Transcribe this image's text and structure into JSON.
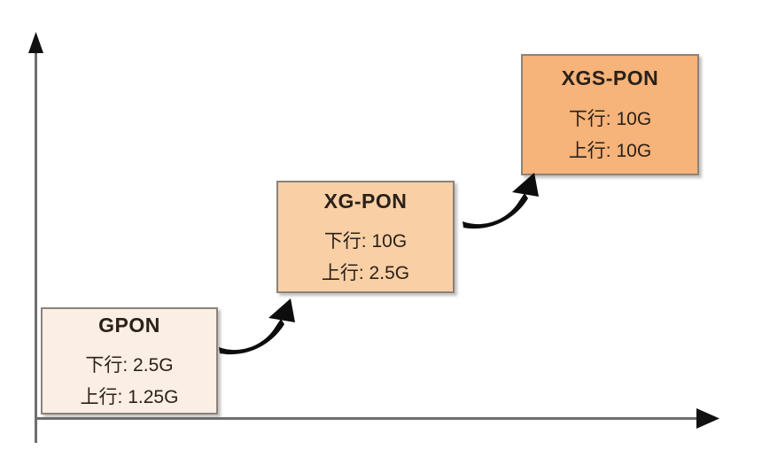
{
  "diagram": {
    "title": "PON technology evolution staircase",
    "background_color": "#ffffff",
    "axis": {
      "color": "#4a4a4a",
      "y_axis_name": "vertical-axis",
      "x_axis_name": "horizontal-axis",
      "arrowhead_color": "#111111"
    },
    "arrow_color": "#0d0d0d",
    "tiers": [
      {
        "id": "gpon",
        "title": "GPON",
        "downstream": "下行: 2.5G",
        "upstream": "上行: 1.25G",
        "fill_color": "#fbeee4",
        "border_color": "#8c8279"
      },
      {
        "id": "xg-pon",
        "title": "XG-PON",
        "downstream": "下行: 10G",
        "upstream": "上行: 2.5G",
        "fill_color": "#f9cfa6",
        "border_color": "#8c8279"
      },
      {
        "id": "xgs-pon",
        "title": "XGS-PON",
        "downstream": "下行: 10G",
        "upstream": "上行: 10G",
        "fill_color": "#f6b37a",
        "border_color": "#8c8279"
      }
    ],
    "arrows": [
      {
        "id": "gpon-to-xg-pon",
        "from": "gpon",
        "to": "xg-pon"
      },
      {
        "id": "xg-pon-to-xgs-pon",
        "from": "xg-pon",
        "to": "xgs-pon"
      }
    ]
  }
}
